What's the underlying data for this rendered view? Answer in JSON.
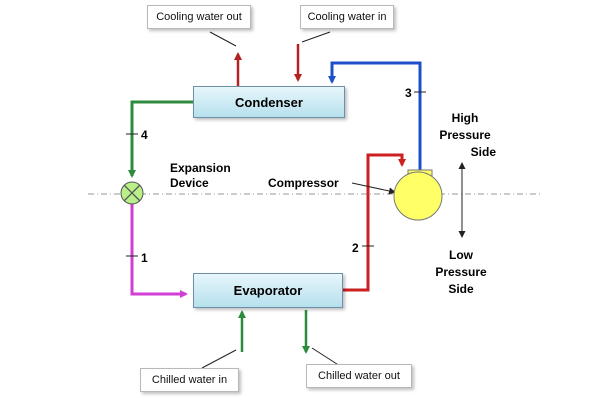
{
  "labels": {
    "cooling_water_out": "Cooling water out",
    "cooling_water_in": "Cooling water in",
    "chilled_water_in": "Chilled water in",
    "chilled_water_out": "Chilled water out"
  },
  "components": {
    "condenser": "Condenser",
    "evaporator": "Evaporator",
    "compressor": "Compressor",
    "expansion_line1": "Expansion",
    "expansion_line2": "Device"
  },
  "sides": {
    "high_line1": "High",
    "high_line2": "Pressure",
    "high_line3": "Side",
    "low_line1": "Low",
    "low_line2": "Pressure",
    "low_line3": "Side"
  },
  "state_points": [
    "1",
    "2",
    "3",
    "4"
  ],
  "colors": {
    "condenser_to_expansion": "#2e8b3e",
    "expansion_to_evaporator": "#d23fd4",
    "evaporator_to_compressor": "#cc1f1f",
    "compressor_to_condenser": "#1f4fc8",
    "cooling_water_out": "#b22222",
    "cooling_water_in": "#b22222",
    "chilled_water_in": "#2e8b3e",
    "chilled_water_out": "#2e8b3e",
    "compressor_fill": "#ffff66",
    "expansion_fill": "#b9f08a"
  }
}
